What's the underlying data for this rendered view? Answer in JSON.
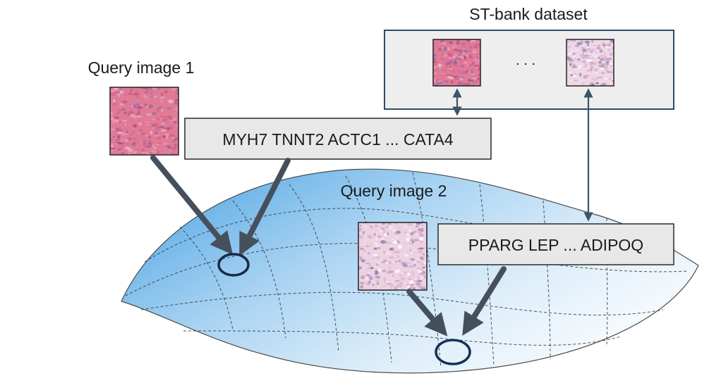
{
  "title": "ST-bank dataset",
  "query1": {
    "label": "Query image 1",
    "genes": "MYH7 TNNT2 ACTC1 ... CATA4"
  },
  "query2": {
    "label": "Query image 2",
    "genes": "PPARG LEP ... ADIPOQ"
  },
  "bank": {
    "ellipsis": ". . ."
  },
  "colors": {
    "box_border": "#2e4a66",
    "box_fill": "#eeeeee",
    "label_fill": "#e8e8e8",
    "arrow": "#46505c",
    "thin_arrow": "#3e5366",
    "surface_light": "#f4f9fd",
    "surface_dark": "#62b0e8",
    "tissue_pink": "#e07b97",
    "tissue_pale": "#eccfe0",
    "nuclei": "#8a5aa8"
  }
}
